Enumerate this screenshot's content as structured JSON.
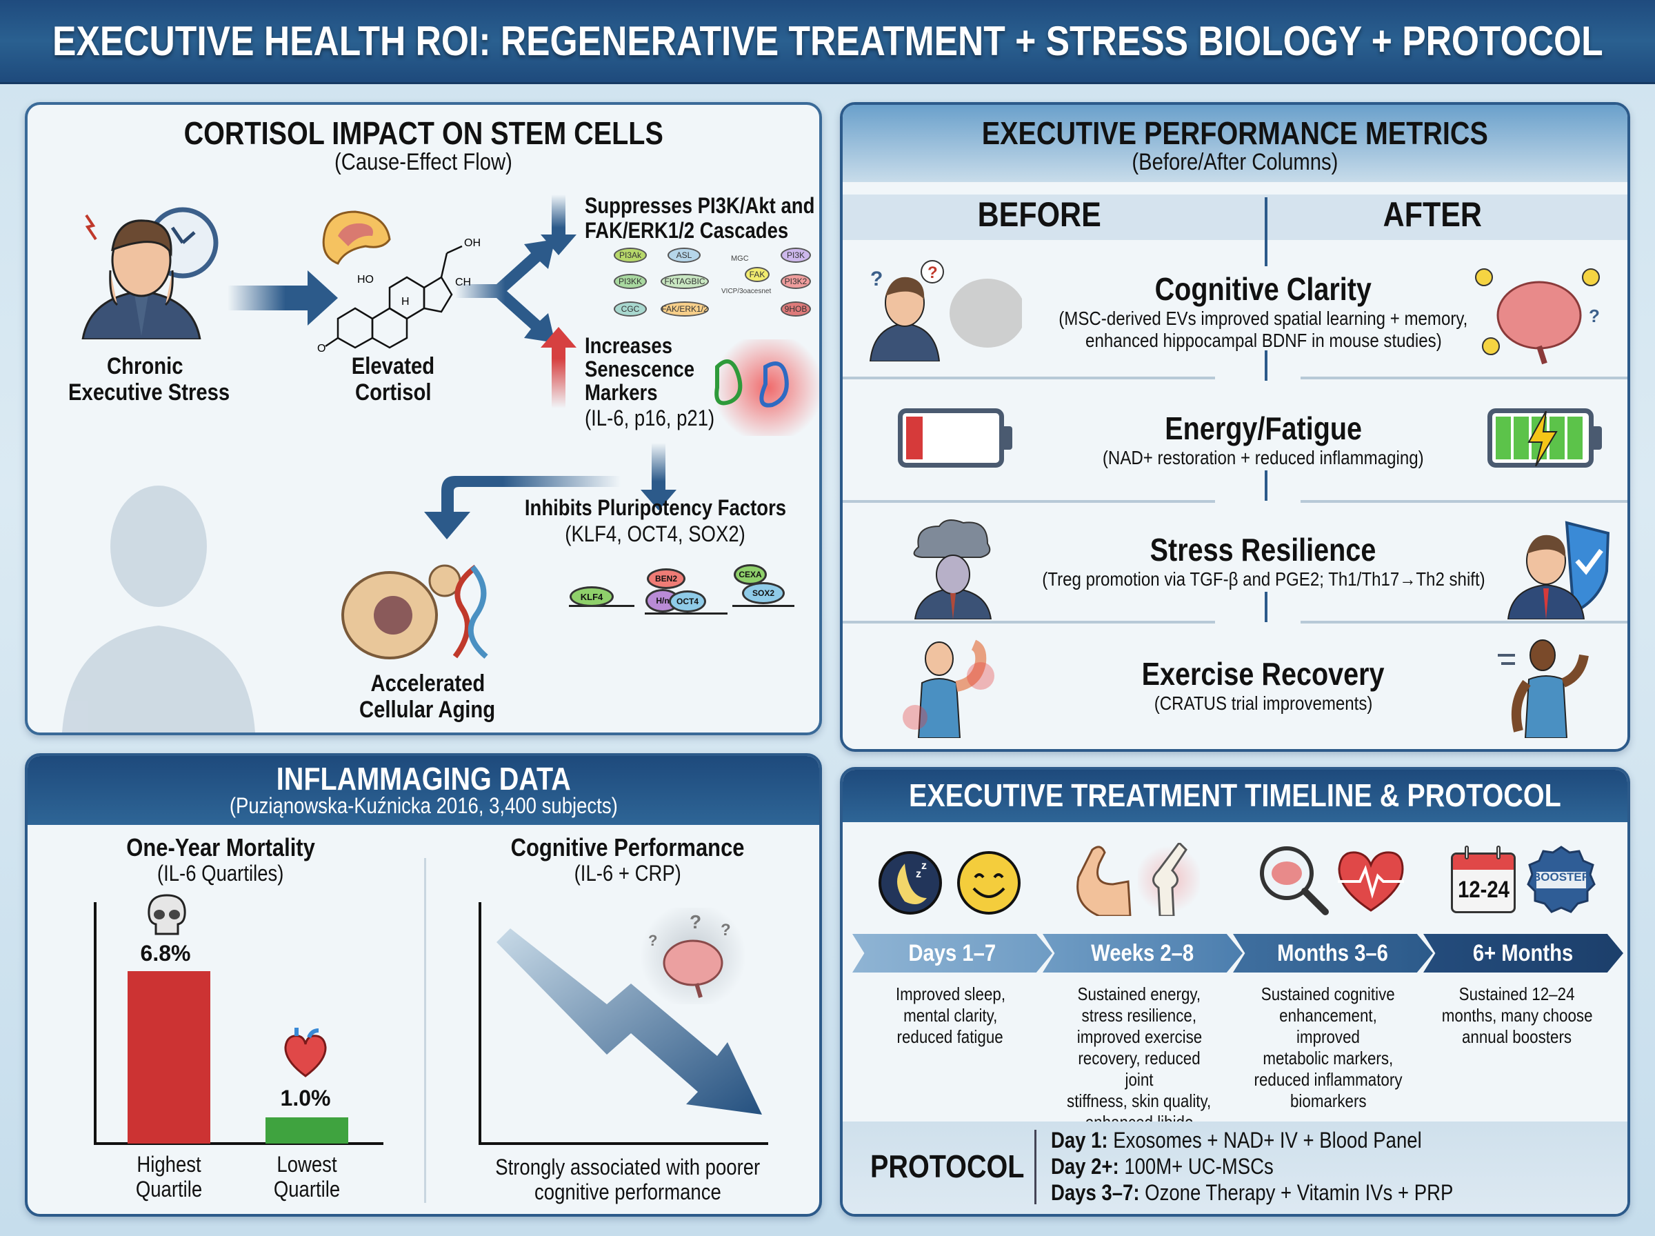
{
  "title": "EXECUTIVE HEALTH ROI: REGENERATIVE TREATMENT + STRESS BIOLOGY + PROTOCOL",
  "cortisol_panel": {
    "title": "CORTISOL IMPACT ON STEM CELLS",
    "subtitle": "(Cause-Effect Flow)",
    "stress_label_1": "Chronic",
    "stress_label_2": "Executive Stress",
    "cortisol_label_1": "Elevated",
    "cortisol_label_2": "Cortisol",
    "molecule_labels": {
      "oh": "OH",
      "ho": "HO",
      "ch": "CH",
      "h": "H",
      "o": "O"
    },
    "suppress_1": "Suppresses PI3K/Akt and",
    "suppress_2": "FAK/ERK1/2 Cascades",
    "pathway_nodes": [
      "PI3Ak",
      "ASL",
      "PI3KK",
      "FKTAGBIC",
      "CGC",
      "FAK/ERK1/2",
      "MGC",
      "FAK",
      "VICP/3oacesnet",
      "PI3K",
      "PI3K2",
      "9HOB"
    ],
    "senescence_1": "Increases",
    "senescence_2": "Senescence",
    "senescence_3": "Markers",
    "senescence_4": "(IL-6, p16, p21)",
    "pluripotency_1": "Inhibits Pluripotency Factors",
    "pluripotency_2": "(KLF4, OCT4, SOX2)",
    "factor_chips": [
      "KLF4",
      "BEN2",
      "H/n",
      "OCT4",
      "CEXA",
      "SOX2"
    ],
    "aging_1": "Accelerated",
    "aging_2": "Cellular Aging"
  },
  "metrics_panel": {
    "title": "EXECUTIVE PERFORMANCE METRICS",
    "subtitle": "(Before/After Columns)",
    "before_label": "BEFORE",
    "after_label": "AFTER",
    "rows": [
      {
        "title": "Cognitive Clarity",
        "desc_1": "(MSC-derived EVs improved spatial learning + memory,",
        "desc_2": "enhanced hippocampal BDNF in mouse studies)"
      },
      {
        "title": "Energy/Fatigue",
        "desc_1": "(NAD+ restoration + reduced inflammaging)",
        "desc_2": ""
      },
      {
        "title": "Stress Resilience",
        "desc_1": "(Treg promotion via TGF-β and PGE2; Th1/Th17→Th2 shift)",
        "desc_2": ""
      },
      {
        "title": "Exercise Recovery",
        "desc_1": "(CRATUS trial improvements)",
        "desc_2": ""
      }
    ]
  },
  "inflammaging_panel": {
    "title": "INFLAMMAGING DATA",
    "subtitle": "(Puzią nowska-Kuźnicka 2016, 3,400 subjects)",
    "mortality_title": "One-Year Mortality",
    "mortality_subtitle": "(IL-6 Quartiles)",
    "cognitive_title": "Cognitive Performance",
    "cognitive_subtitle": "(IL-6 + CRP)",
    "cognitive_caption_1": "Strongly associated with poorer",
    "cognitive_caption_2": "cognitive performance"
  },
  "chart_data": [
    {
      "type": "bar",
      "title": "One-Year Mortality",
      "subtitle": "(IL-6 Quartiles)",
      "categories": [
        "Highest Quartile",
        "Lowest Quartile"
      ],
      "values": [
        6.8,
        1.0
      ],
      "value_labels": [
        "6.8%",
        "1.0%"
      ],
      "colors": [
        "#cc3333",
        "#3fa33f"
      ],
      "xlabel": "",
      "ylabel": "",
      "ylim": [
        0,
        10
      ],
      "grid": false,
      "annotations": [
        "skull-icon above Highest Quartile",
        "heart-icon above Lowest Quartile"
      ]
    },
    {
      "type": "line",
      "title": "Cognitive Performance",
      "subtitle": "(IL-6 + CRP)",
      "x": [
        0,
        1,
        2,
        3
      ],
      "values": [
        100,
        55,
        65,
        10
      ],
      "description": "Illustrative downward trend arrow (no numeric axis)",
      "caption": "Strongly associated with poorer cognitive performance",
      "grid": false
    }
  ],
  "timeline_panel": {
    "title": "EXECUTIVE TREATMENT TIMELINE & PROTOCOL",
    "phases": [
      {
        "label": "Days 1–7",
        "desc": [
          "Improved sleep,",
          "mental clarity,",
          "reduced fatigue"
        ]
      },
      {
        "label": "Weeks 2–8",
        "desc": [
          "Sustained energy,",
          "stress resilience,",
          "improved exercise",
          "recovery, reduced joint",
          "stiffness, skin quality,",
          "enhanced libido"
        ]
      },
      {
        "label": "Months 3–6",
        "desc": [
          "Sustained cognitive",
          "enhancement, improved",
          "metabolic markers,",
          "reduced inflammatory",
          "biomarkers"
        ]
      },
      {
        "label": "6+ Months",
        "desc": [
          "Sustained 12–24",
          "months, many choose",
          "annual boosters"
        ]
      }
    ],
    "calendar_text": "12-24",
    "booster_text": "BOOSTER",
    "protocol_label": "PROTOCOL",
    "protocol_items": [
      {
        "key": "Day 1:",
        "value": " Exosomes + NAD+ IV + Blood Panel"
      },
      {
        "key": "Day 2+:",
        "value": " 100M+ UC-MSCs"
      },
      {
        "key": "Days 3–7:",
        "value": " Ozone Therapy + Vitamin IVs + PRP"
      }
    ]
  },
  "colors": {
    "navy": "#1e4a7c",
    "accent_blue": "#2c5a8a",
    "bar_red": "#cc3333",
    "bar_green": "#3fa33f",
    "panel_bg": "#f1f6f9"
  }
}
